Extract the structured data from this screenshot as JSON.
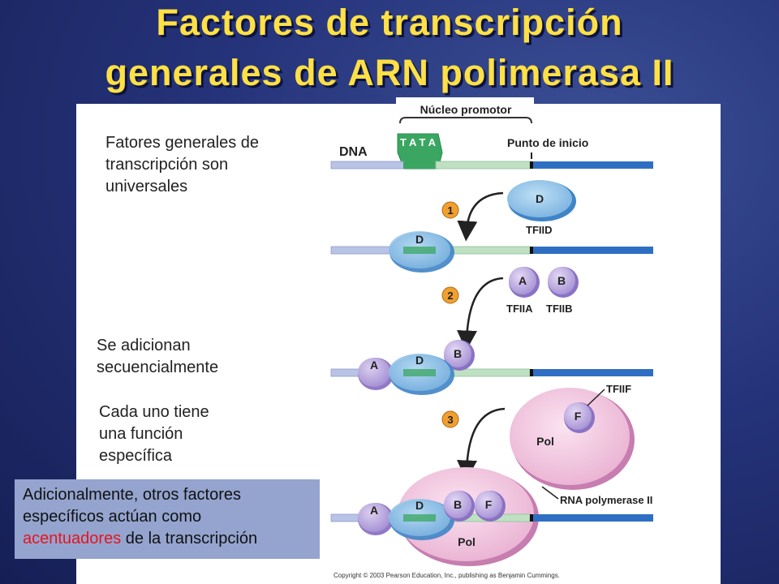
{
  "title": {
    "line1": "Factores de transcripción",
    "line2": "generales de ARN polimerasa II"
  },
  "notes": {
    "universal": [
      "Fatores generales de",
      "transcripción son",
      "universales"
    ],
    "sequential": [
      "Se adicionan",
      "secuencialmente"
    ],
    "function": [
      "Cada uno tiene",
      "una función",
      "específica"
    ]
  },
  "callout": {
    "line1": "Adicionalmente, otros factores",
    "line2": "específicos actúan como",
    "highlight": "acentuadores",
    "line3_rest": " de la transcripción"
  },
  "diagram": {
    "nucleo_label": "Núcleo promotor",
    "tata_label": "T A T A",
    "dna_label": "DNA",
    "start_label": "Punto de inicio",
    "step_numbers": [
      "1",
      "2",
      "3"
    ],
    "tfiid": {
      "letter": "D",
      "name": "TFIID"
    },
    "tfiia": {
      "letter": "A",
      "name": "TFIIA"
    },
    "tfiib": {
      "letter": "B",
      "name": "TFIIB"
    },
    "tfiif": {
      "letter": "F",
      "name": "TFIIF"
    },
    "pol": {
      "letter": "Pol",
      "name": "RNA polymerase II"
    },
    "copyright": "Copyright © 2003 Pearson Education, Inc., publishing as Benjamin Cummings."
  },
  "colors": {
    "title": "#ffe045",
    "dna_light": "#b9c3e6",
    "dna_promoter": "#bfe0c2",
    "tata": "#3aa662",
    "dna_dark": "#2f6fc3",
    "factor_fill": "#c6b6e6",
    "pol_fill": "#f2cce2",
    "step_badge": "#f0a030",
    "accent_red": "#e8141d"
  }
}
